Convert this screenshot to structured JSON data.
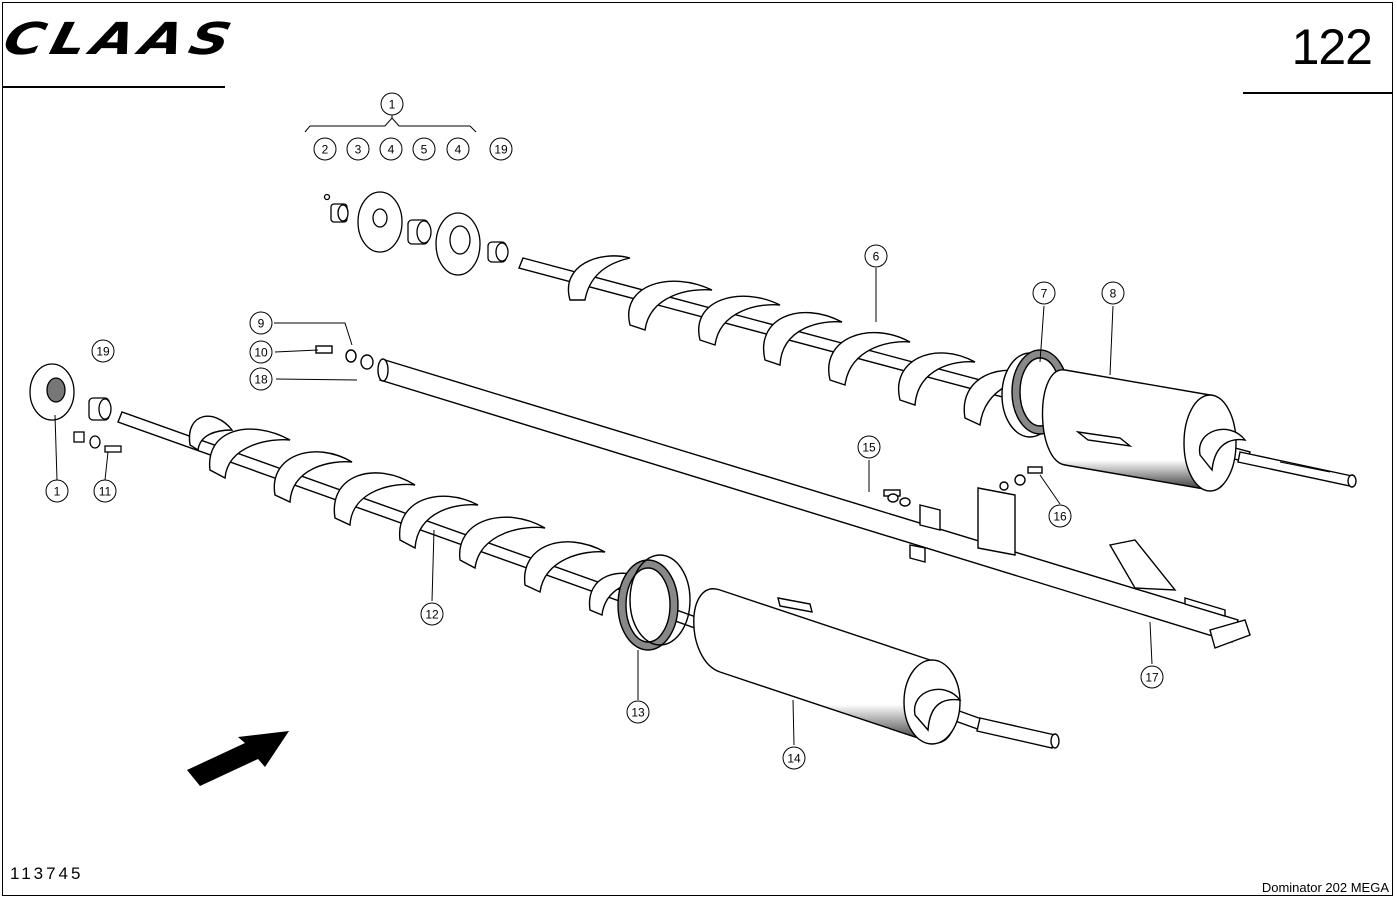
{
  "header": {
    "logo_text": "CLAAS",
    "page_number": "122"
  },
  "footer": {
    "drawing_number": "113745",
    "model": "Dominator  202 MEGA"
  },
  "callouts": [
    {
      "id": "c1a",
      "label": "1"
    },
    {
      "id": "c2",
      "label": "2"
    },
    {
      "id": "c3",
      "label": "3"
    },
    {
      "id": "c4a",
      "label": "4"
    },
    {
      "id": "c5",
      "label": "5"
    },
    {
      "id": "c4b",
      "label": "4"
    },
    {
      "id": "c19a",
      "label": "19"
    },
    {
      "id": "c6",
      "label": "6"
    },
    {
      "id": "c7",
      "label": "7"
    },
    {
      "id": "c8",
      "label": "8"
    },
    {
      "id": "c9",
      "label": "9"
    },
    {
      "id": "c10",
      "label": "10"
    },
    {
      "id": "c18",
      "label": "18"
    },
    {
      "id": "c19b",
      "label": "19"
    },
    {
      "id": "c1b",
      "label": "1"
    },
    {
      "id": "c11",
      "label": "11"
    },
    {
      "id": "c12",
      "label": "12"
    },
    {
      "id": "c13",
      "label": "13"
    },
    {
      "id": "c14",
      "label": "14"
    },
    {
      "id": "c15",
      "label": "15"
    },
    {
      "id": "c16",
      "label": "16"
    },
    {
      "id": "c17",
      "label": "17"
    }
  ],
  "colors": {
    "line": "#000000",
    "fill": "#ffffff",
    "shade": "#555555"
  },
  "icons": {
    "direction": "arrow-icon"
  }
}
